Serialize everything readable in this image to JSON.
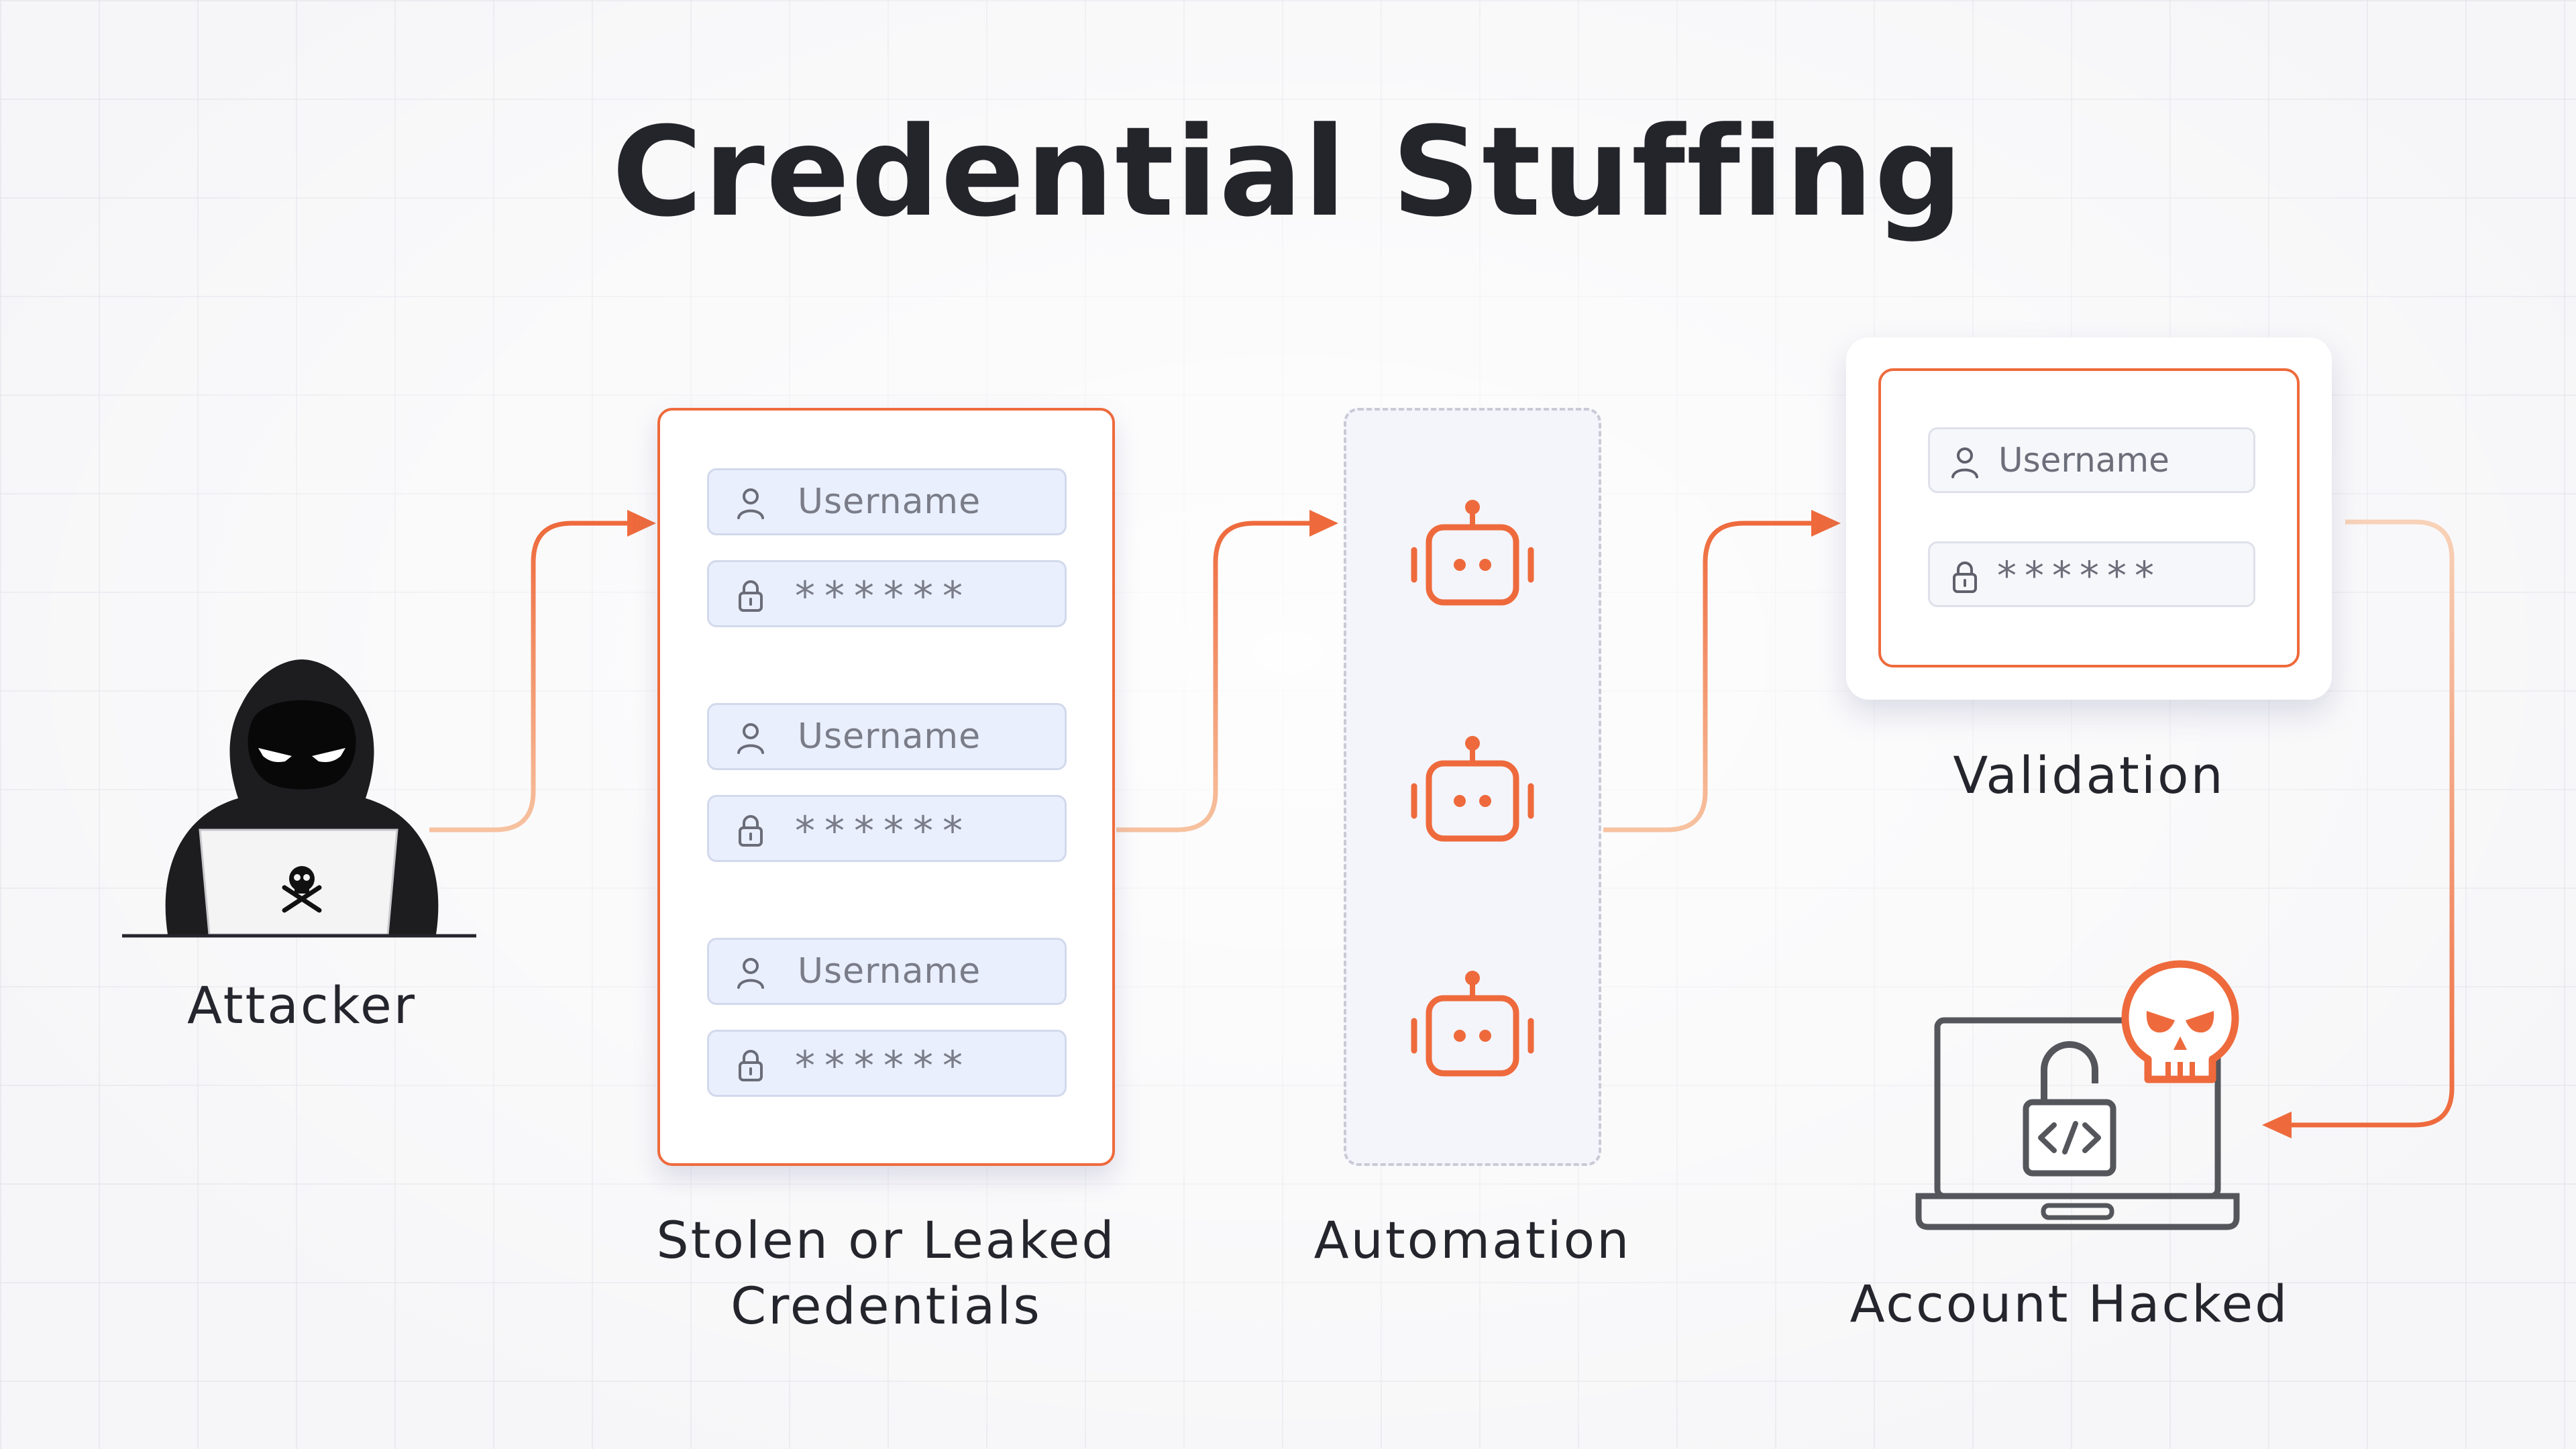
{
  "title": "Credential Stuffing",
  "stages": {
    "attacker": "Attacker",
    "credentials_line1": "Stolen or Leaked",
    "credentials_line2": "Credentials",
    "automation": "Automation",
    "validation": "Validation",
    "account_hacked": "Account Hacked"
  },
  "credential_pairs": [
    {
      "username_placeholder": "Username",
      "password_mask": "******"
    },
    {
      "username_placeholder": "Username",
      "password_mask": "******"
    },
    {
      "username_placeholder": "Username",
      "password_mask": "******"
    }
  ],
  "validation_form": {
    "username_placeholder": "Username",
    "password_mask": "******"
  },
  "icons": [
    "hooded-hacker-icon",
    "skull-crossbones-icon",
    "user-icon",
    "lock-icon",
    "robot-icon",
    "laptop-icon",
    "code-lock-icon",
    "skull-icon"
  ],
  "colors": {
    "accent": "#ee6a3c",
    "arrow_light": "#f7c9a8",
    "dark": "#25252d",
    "field_bg": "#e9effc"
  }
}
